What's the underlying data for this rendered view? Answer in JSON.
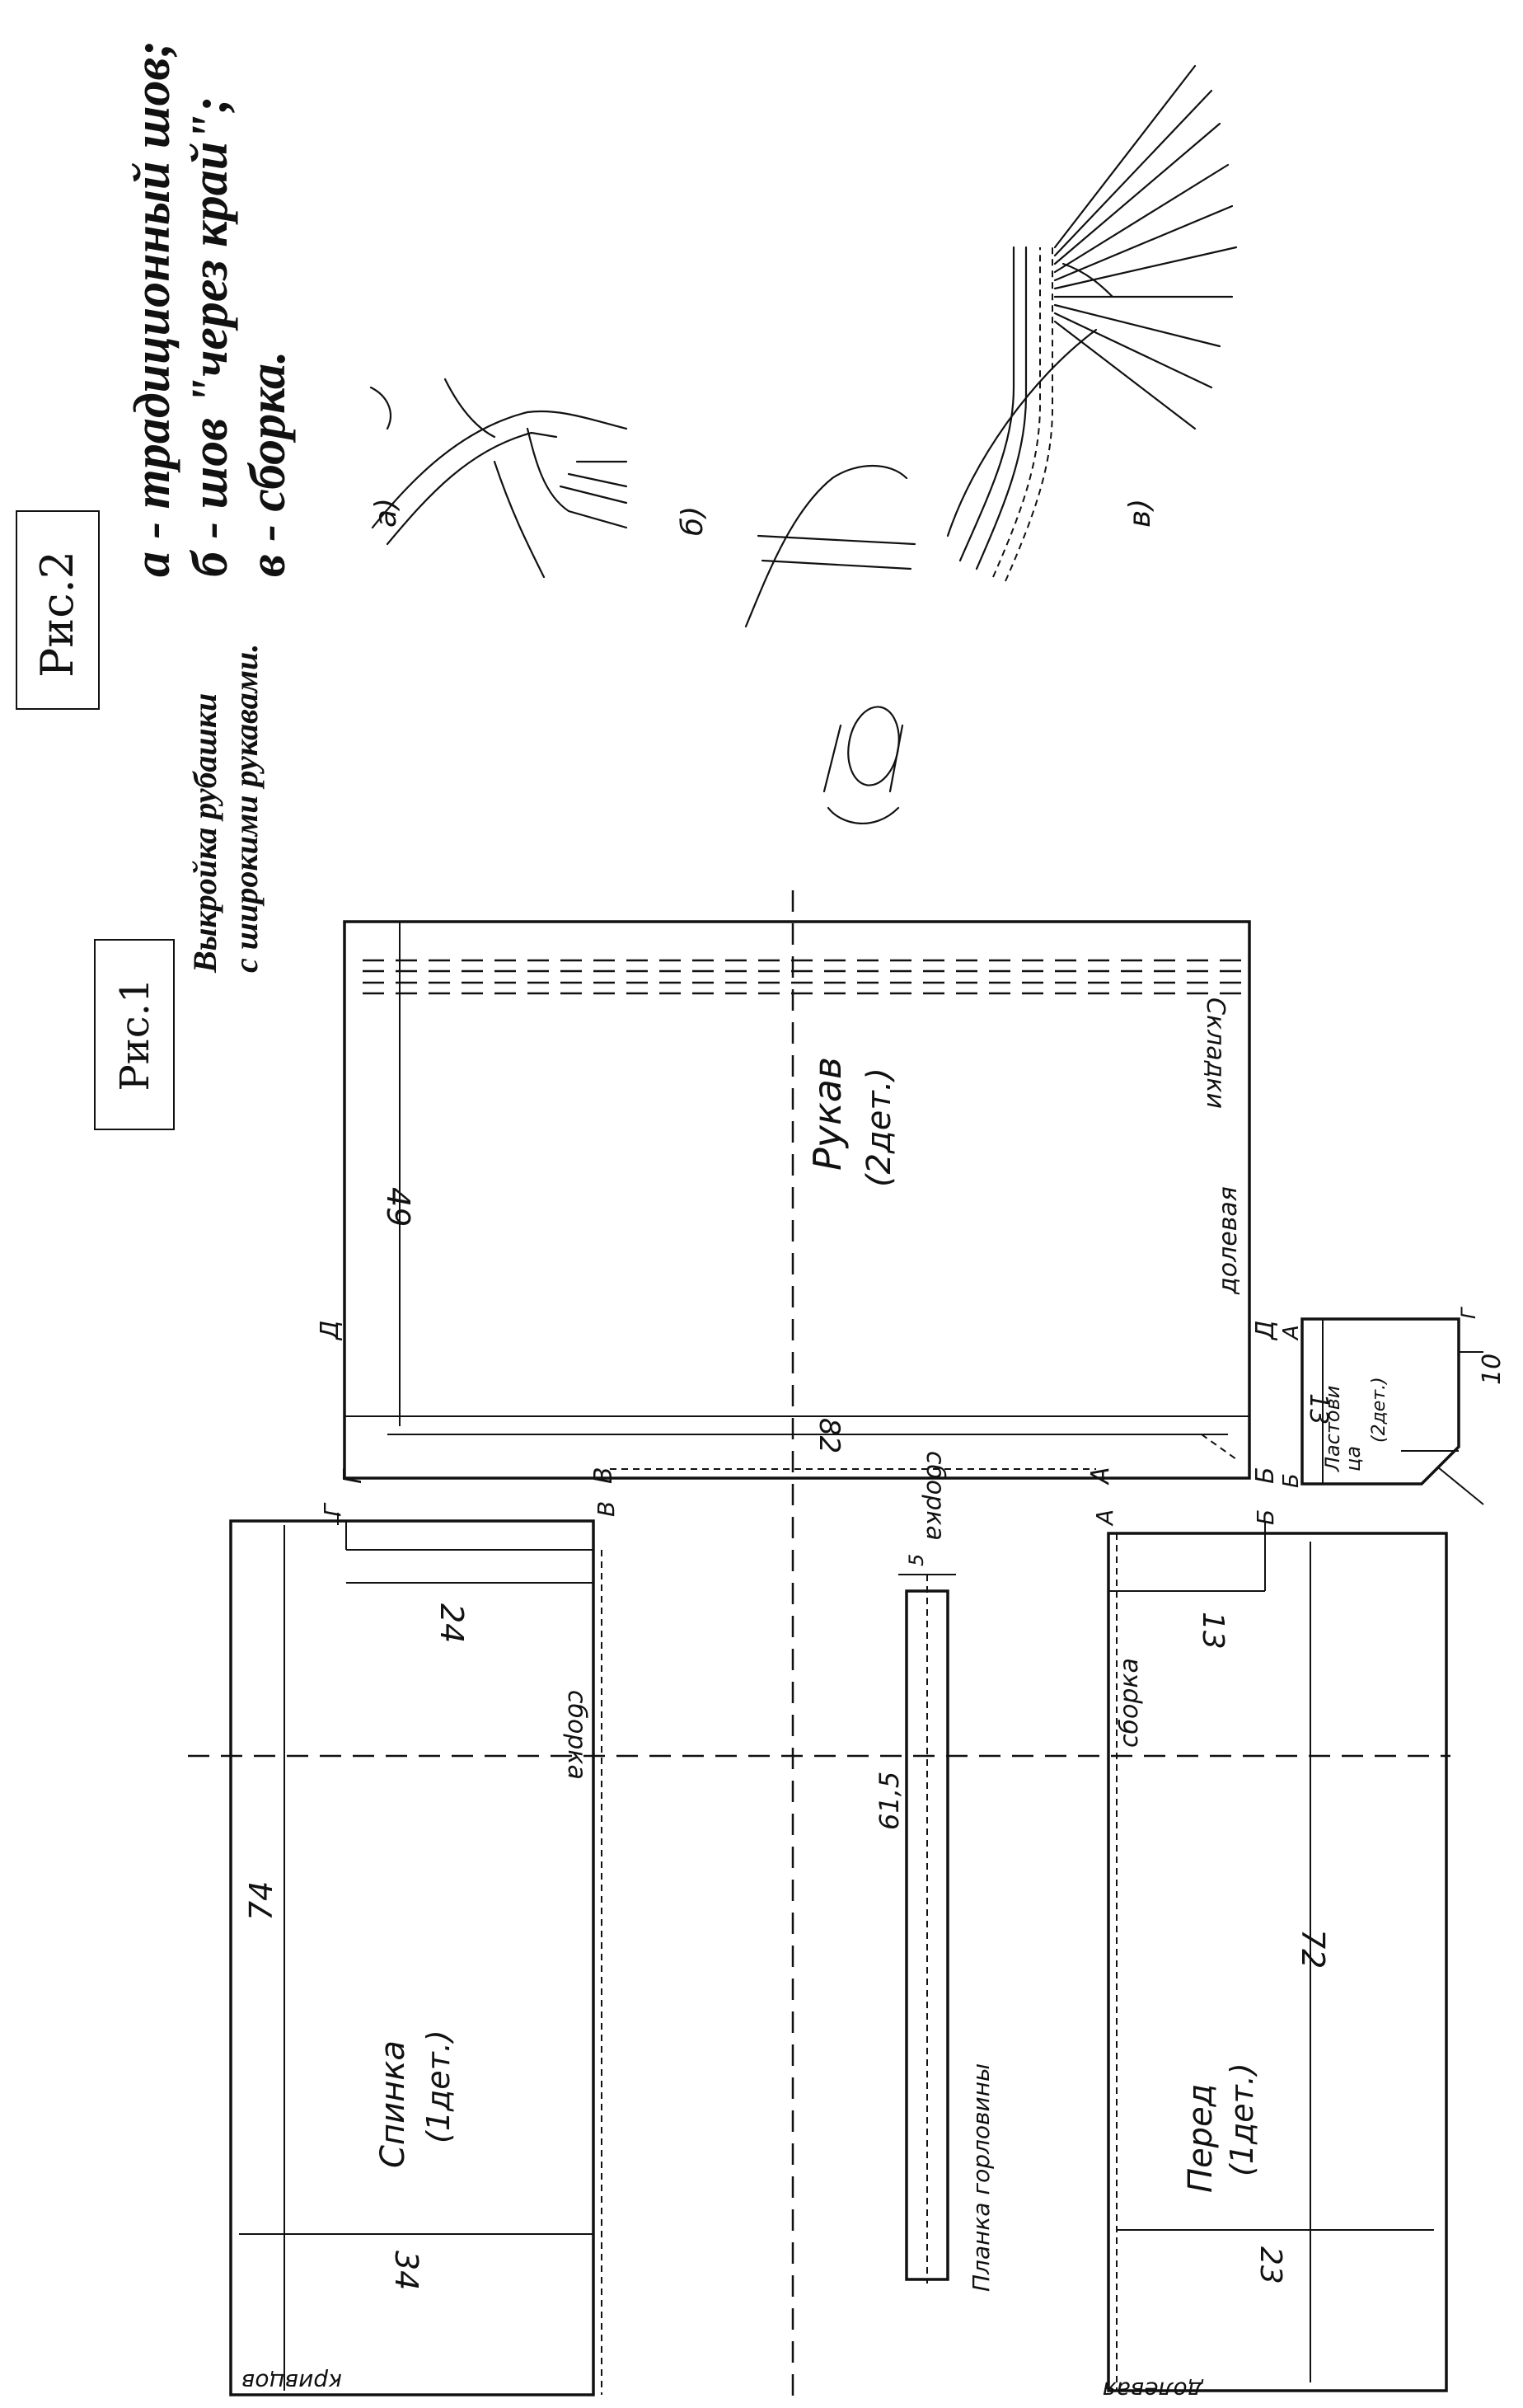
{
  "fig1": {
    "label": "Рис.1",
    "caption_line1": "Выкройка рубашки",
    "caption_line2": "с широкими рукавами."
  },
  "fig2": {
    "label": "Рис.2",
    "legend_a": "а - традиционный шов;",
    "legend_b": "б - шов \"через край\";",
    "legend_v": "в - сборка.",
    "label_a": "а)",
    "label_b": "б)",
    "label_v": "в)"
  },
  "sleeve": {
    "name": "Рукав",
    "count": "(2дет.)",
    "dim_width": "49",
    "dim_length": "82",
    "fold_label": "Складки",
    "gather_label": "сборка",
    "grain_label": "долевая",
    "point_A": "А",
    "point_B": "Б",
    "point_V": "В",
    "point_G": "Г",
    "point_D": "Д"
  },
  "back": {
    "name": "Спинка",
    "count": "(1дет.)",
    "dim_length": "74",
    "dim_armhole": "24",
    "dim_width": "34",
    "gather_label": "сборка",
    "edge_label": "кривцов",
    "point_G": "Г",
    "point_V": "В"
  },
  "front": {
    "name": "Перед",
    "count": "(1дет.)",
    "dim_length": "72",
    "dim_armhole": "13",
    "dim_width": "23",
    "gather_label": "сборка",
    "grain_label": "долевая",
    "point_A": "А",
    "point_B": "Б"
  },
  "placket": {
    "name": "Планка горловины",
    "dim_length": "61,5",
    "dim_width": "5"
  },
  "gusset": {
    "name_line1": "Ластови",
    "name_line2": "ца",
    "count": "(2дет.)",
    "dim_side": "13",
    "dim_height": "10",
    "point_B": "Б",
    "point_A": "А",
    "point_G": "Г"
  }
}
